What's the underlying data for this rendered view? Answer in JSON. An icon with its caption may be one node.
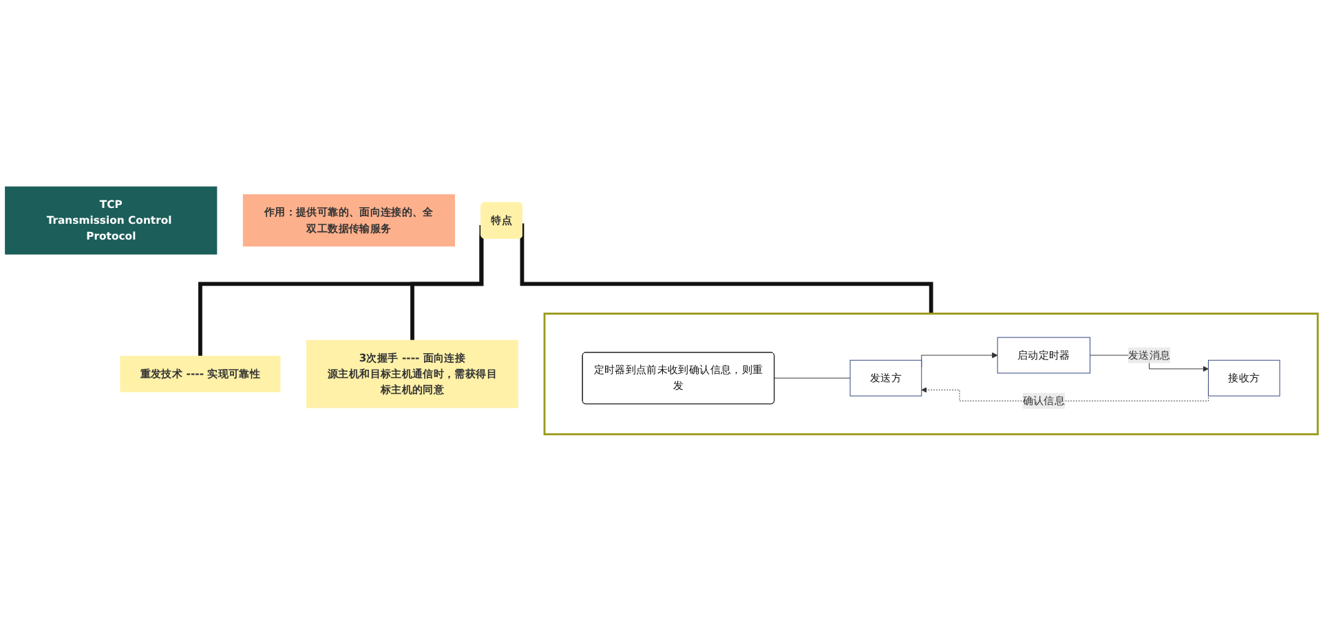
{
  "diagram": {
    "nodes": [
      {
        "text": [
          "TCP",
          "Transmission Control Protocol"
        ]
      },
      {
        "text": [
          "作用：提供可靠的、面向连接的、全双工数据传输服务"
        ]
      },
      {
        "text": [
          "特点"
        ]
      },
      {
        "text": [
          "重发技术 ---- 实现可靠性"
        ]
      },
      {
        "text": [],
        "shape": "box"
      },
      {
        "text": [
          "定时器到点前未收到确认信息，则重发"
        ],
        "in": 4
      },
      {
        "text": [
          "发送方"
        ],
        "in": 4
      },
      {
        "text": [
          "启动定时器"
        ],
        "in": 4
      },
      {
        "text": [
          "接收方"
        ],
        "in": 4
      },
      {
        "text": [
          "3次握手 ---- 面向连接",
          "源主机和目标主机通信时，需获得目标主机的同意"
        ]
      }
    ],
    "edges": [
      {
        "from": 2,
        "to": 3,
        "arrow": "none",
        "style": "thick"
      },
      {
        "from": 2,
        "to": 4,
        "arrow": "none",
        "style": "thick"
      },
      {
        "from": 2,
        "to": 9,
        "arrow": "none",
        "style": "thick"
      },
      {
        "from": 5,
        "to": 6,
        "arrow": "none"
      },
      {
        "from": 6,
        "to": 7,
        "arrow": "to"
      },
      {
        "from": 7,
        "to": 8,
        "arrow": "to",
        "label": "发送消息"
      },
      {
        "from": 8,
        "to": 6,
        "arrow": "to",
        "label": "确认信息",
        "style": "dashed"
      }
    ]
  }
}
